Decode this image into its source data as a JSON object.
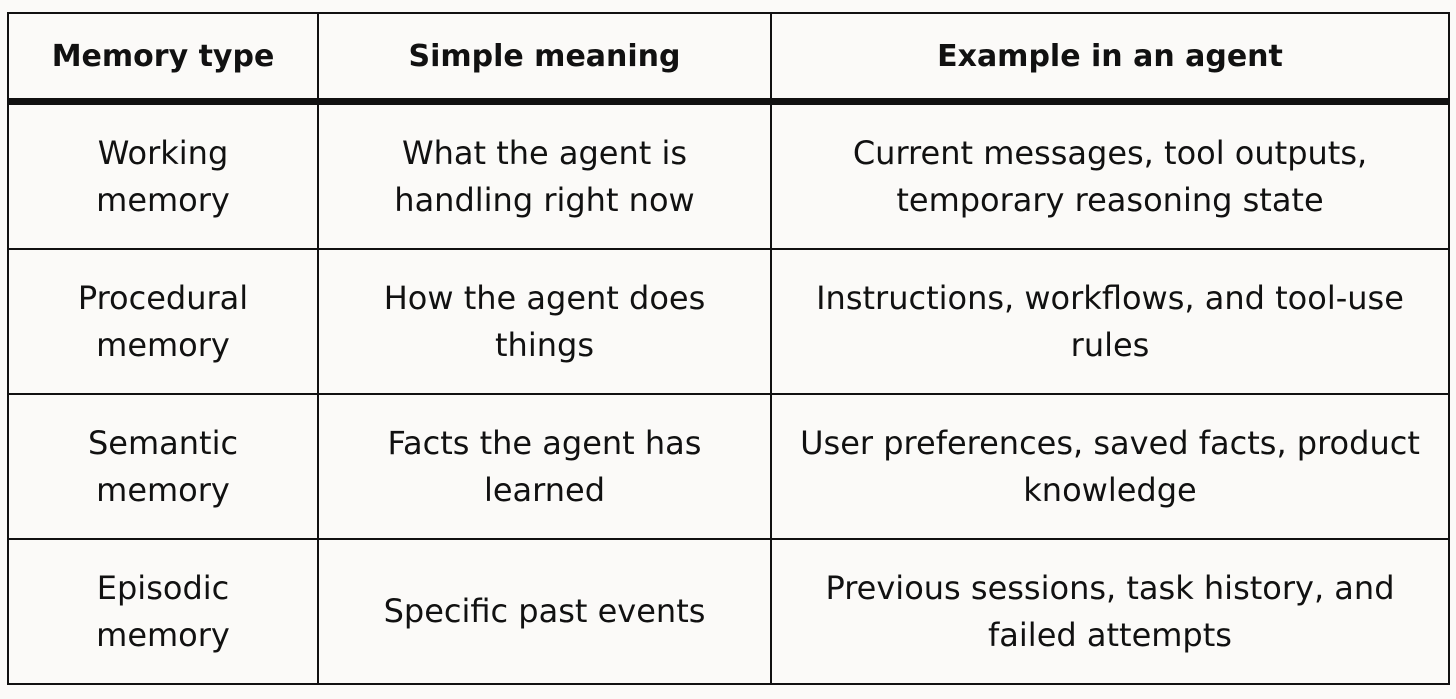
{
  "table": {
    "headers": [
      "Memory type",
      "Simple meaning",
      "Example in an agent"
    ],
    "rows": [
      {
        "type": "Working memory",
        "meaning": "What the agent is handling right now",
        "example": "Current messages, tool outputs, temporary reasoning state"
      },
      {
        "type": "Procedural memory",
        "meaning": "How the agent does things",
        "example": "Instructions, workflows, and tool-use rules"
      },
      {
        "type": "Semantic memory",
        "meaning": "Facts the agent has learned",
        "example": "User preferences, saved facts, product knowledge"
      },
      {
        "type": "Episodic memory",
        "meaning": "Specific past events",
        "example": "Previous sessions, task history, and failed attempts"
      }
    ]
  }
}
